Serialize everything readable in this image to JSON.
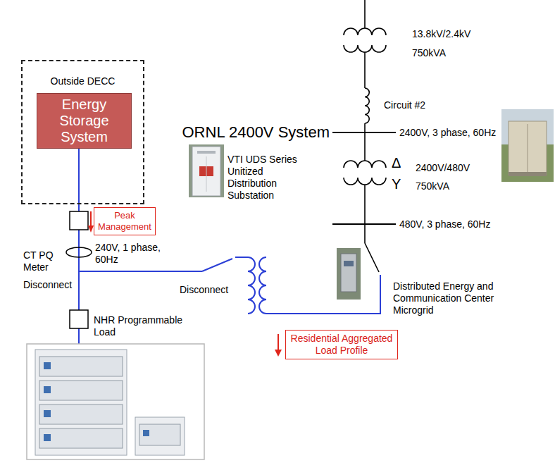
{
  "diagram": {
    "nodes": [
      {
        "text": [
          "Outside DECC"
        ]
      },
      {
        "text": [
          "Energy Storage System"
        ],
        "in": 0
      },
      {
        "text": [
          "Peak Management"
        ]
      },
      {
        "text": [
          "Residential Aggregated Load Profile"
        ]
      }
    ],
    "labels": [
      "13.8kV/2.4kV",
      "750kVA",
      "Circuit #2",
      "ORNL 2400V System",
      "2400V, 3 phase, 60Hz",
      "Δ",
      "Y",
      "2400V/480V",
      "750kVA",
      "480V, 3 phase, 60Hz",
      "VTI UDS Series Unitized Distribution Substation",
      "Distributed Energy and Communication Center Microgrid",
      "CT PQ Meter",
      "240V, 1 phase, 60Hz",
      "Disconnect",
      "Disconnect",
      "NHR Programmable Load"
    ]
  }
}
